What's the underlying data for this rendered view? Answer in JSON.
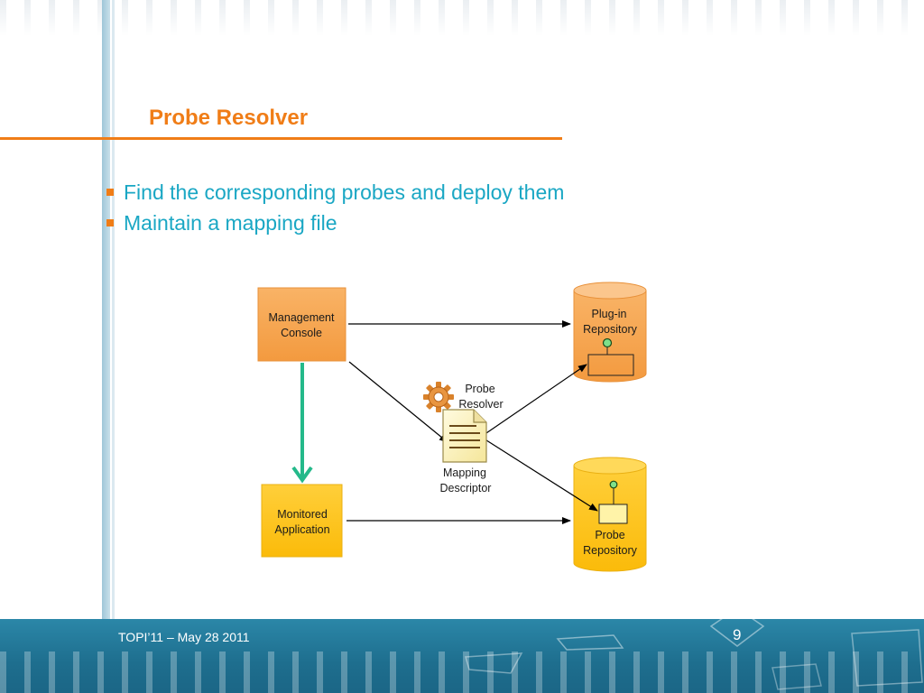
{
  "slide": {
    "title": "Probe Resolver",
    "bullets": [
      "Find the corresponding probes and deploy them",
      "Maintain a mapping file"
    ]
  },
  "diagram": {
    "management_console": [
      "Management",
      "Console"
    ],
    "monitored_application": [
      "Monitored",
      "Application"
    ],
    "plugin_repository": [
      "Plug-in",
      "Repository"
    ],
    "probe_repository": [
      "Probe",
      "Repository"
    ],
    "probe_resolver": [
      "Probe",
      "Resolver"
    ],
    "mapping_descriptor": [
      "Mapping",
      "Descriptor"
    ]
  },
  "footer": {
    "text": "TOPI’11 – May 28 2011",
    "page_number": "9"
  },
  "colors": {
    "accent_orange": "#f07d17",
    "bullet_text": "#1aa7c4",
    "box_orange": "#f7a552",
    "box_yellow": "#ffc414",
    "arrow_green": "#24b98a",
    "footer_blue": "#1e6e8e"
  }
}
